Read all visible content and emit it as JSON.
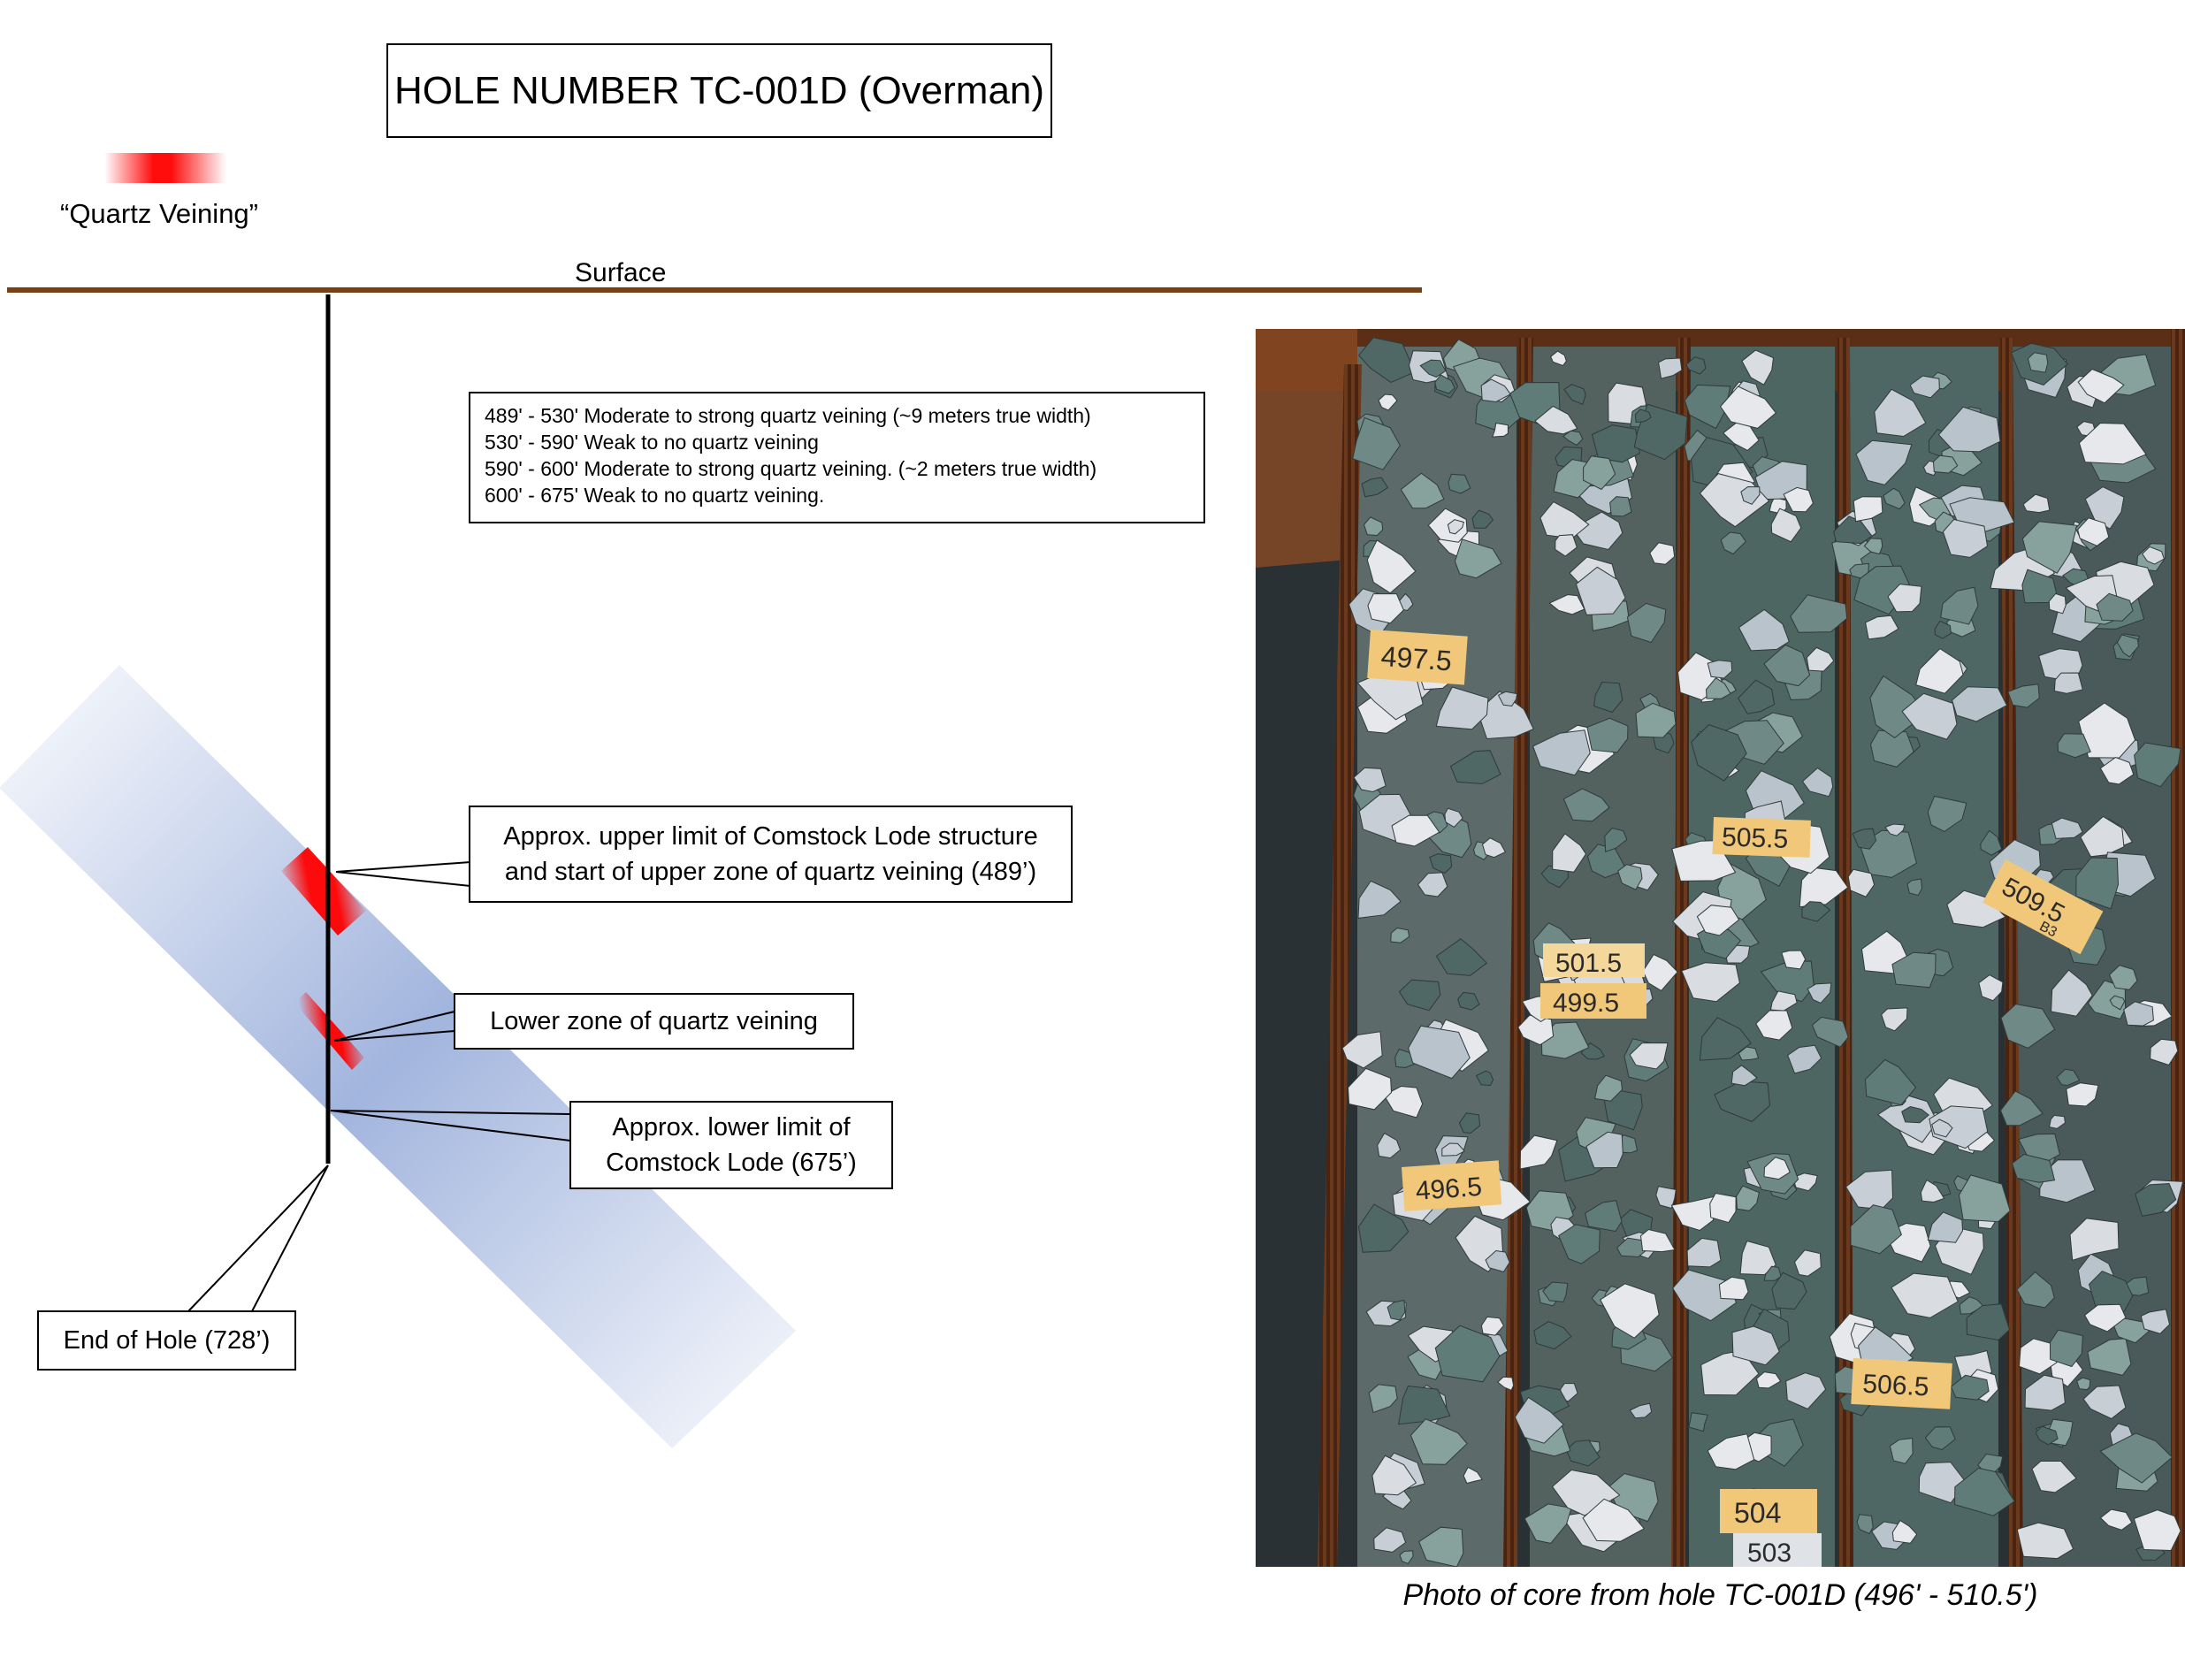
{
  "title": "HOLE NUMBER TC-001D (Overman)",
  "legend": {
    "label": "“Quartz Veining”",
    "color": "#ff0000"
  },
  "surface_label": "Surface",
  "intervals": [
    "489' - 530' Moderate to strong quartz veining (~9 meters true width)",
    "530' - 590' Weak to no quartz veining",
    "590' - 600' Moderate to strong quartz veining. (~2 meters true width)",
    "600' - 675' Weak to no quartz veining."
  ],
  "callouts": {
    "upper_limit_line1": "Approx. upper limit of Comstock Lode structure",
    "upper_limit_line2": "and start of upper zone of quartz veining (489’)",
    "lower_zone": "Lower zone of quartz veining",
    "lower_limit_line1": "Approx. lower limit of",
    "lower_limit_line2": "Comstock Lode (675’)",
    "end_of_hole": "End of Hole (728’)"
  },
  "photo": {
    "caption": "Photo of core from hole TC-001D (496' - 510.5')",
    "tags": [
      "497.5",
      "496.5",
      "501.5",
      "499.5",
      "505.5",
      "504",
      "503",
      "509.5",
      "506.5",
      "B3"
    ]
  },
  "colors": {
    "surface_line": "#7a3f12",
    "lode_band": "#9db1dc",
    "cardboard": "#6b3a1c"
  }
}
